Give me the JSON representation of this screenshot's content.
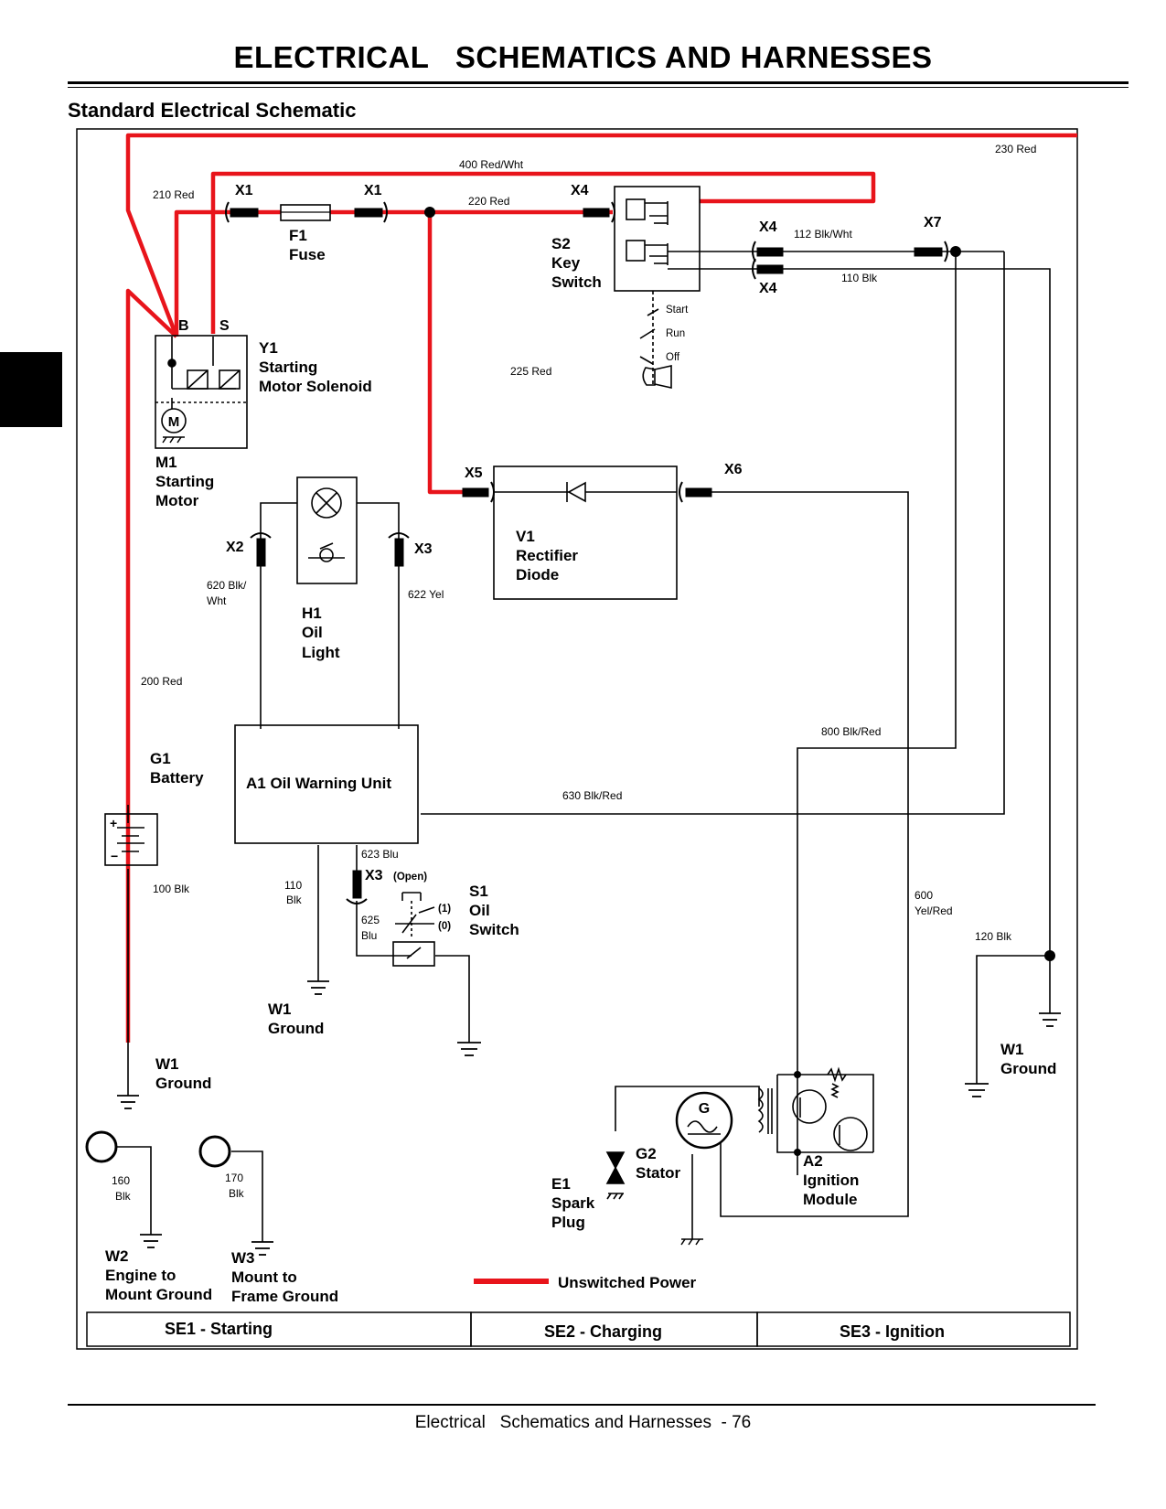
{
  "header": {
    "title": "ELECTRICAL   SCHEMATICS AND HARNESSES",
    "section": "Standard Electrical Schematic"
  },
  "footer": {
    "text": "Electrical   Schematics and Harnesses  - 76"
  },
  "colors": {
    "unswitched_power": "#e8141b",
    "wire": "#000000"
  },
  "connectors": {
    "x1a": "X1",
    "x1b": "X1",
    "x4a": "X4",
    "x4b": "X4",
    "x4c": "X4",
    "x7": "X7",
    "x5": "X5",
    "x6": "X6",
    "x2": "X2",
    "x3a": "X3",
    "x3b": "X3",
    "x3b_note": "(Open)",
    "b": "B",
    "s": "S"
  },
  "wires": {
    "w230": "230 Red",
    "w400": "400 Red/Wht",
    "w210": "210 Red",
    "w220": "220 Red",
    "w112": "112 Blk/Wht",
    "w110a": "110 Blk",
    "w225": "225 Red",
    "w620a": "620 Blk/",
    "w620b": "Wht",
    "w622": "622 Yel",
    "w200": "200 Red",
    "w800": "800 Blk/Red",
    "w630": "630 Blk/Red",
    "w623": "623 Blu",
    "w100": "100 Blk",
    "w110b_1": "110",
    "w110b_2": "Blk",
    "w625_1": "625",
    "w625_2": "Blu",
    "w600_1": "600",
    "w600_2": "Yel/Red",
    "w120": "120 Blk",
    "w160_1": "160",
    "w160_2": "Blk",
    "w170_1": "170",
    "w170_2": "Blk"
  },
  "components": {
    "f1": [
      "F1",
      "Fuse"
    ],
    "s2": [
      "S2",
      "Key",
      "Switch"
    ],
    "s2_positions": [
      "Start",
      "Run",
      "Off"
    ],
    "y1": [
      "Y1",
      "Starting",
      "Motor Solenoid"
    ],
    "m1": [
      "M1",
      "Starting",
      "Motor"
    ],
    "v1": [
      "V1",
      "Rectifier",
      "Diode"
    ],
    "h1": [
      "H1",
      "Oil",
      "Light"
    ],
    "g1": [
      "G1",
      "Battery"
    ],
    "a1": "A1 Oil Warning Unit",
    "s1": [
      "S1",
      "Oil",
      "Switch"
    ],
    "s1_positions": [
      "(1)",
      "(0)"
    ],
    "w1_center": [
      "W1",
      "Ground"
    ],
    "w1_left": [
      "W1",
      "Ground"
    ],
    "w1_right": [
      "W1",
      "Ground"
    ],
    "w2": [
      "W2",
      "Engine to",
      "Mount Ground"
    ],
    "w3": [
      "W3",
      "Mount to",
      "Frame Ground"
    ],
    "g2": [
      "G2",
      "Stator"
    ],
    "e1": [
      "E1",
      "Spark",
      "Plug"
    ],
    "a2": [
      "A2",
      "Ignition",
      "Module"
    ],
    "m_symbol": "M",
    "g_symbol": "G"
  },
  "legend": {
    "unswitched": "Unswitched Power"
  },
  "sections": [
    "SE1 - Starting",
    "SE2 - Charging",
    "SE3 - Ignition"
  ]
}
